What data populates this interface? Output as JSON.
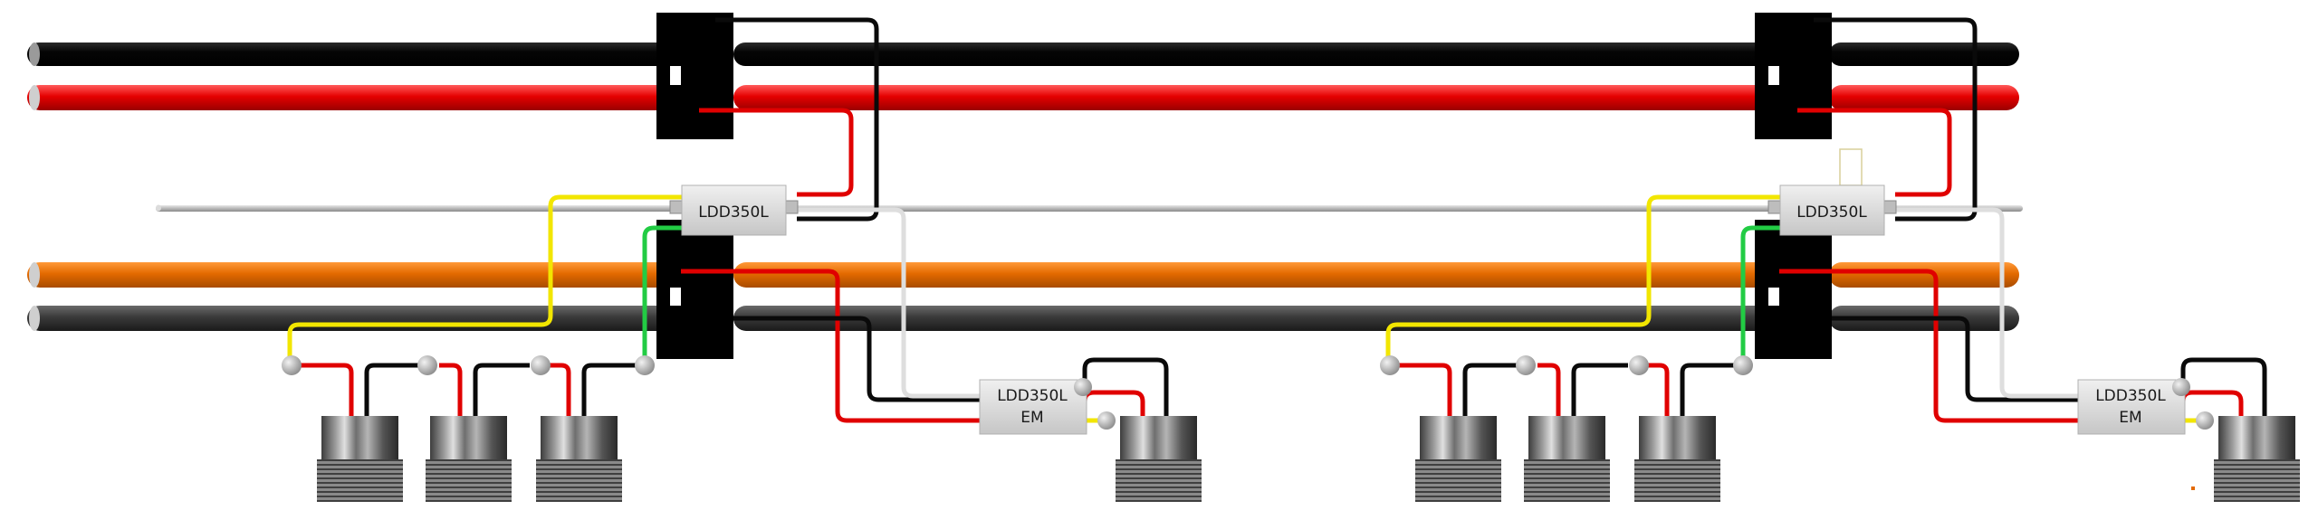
{
  "diagram": {
    "groups": [
      {
        "id": "left",
        "driver": {
          "label": "LDD350L"
        },
        "em_driver": {
          "line1": "LDD350L",
          "line2": "EM"
        }
      },
      {
        "id": "right",
        "driver": {
          "label": "LDD350L"
        },
        "em_driver": {
          "line1": "LDD350L",
          "line2": "EM"
        }
      }
    ],
    "colors": {
      "cable_black": "#050505",
      "cable_red": "#e50000",
      "cable_gray": "#bdbdbd",
      "cable_orange": "#e36a00",
      "cable_darkgray": "#3a3a3a",
      "wire_yellow": "#f2e600",
      "wire_green": "#22cc44",
      "wire_red": "#e00000",
      "wire_black": "#0a0a0a",
      "wire_white": "#dedede",
      "driver_body": "#d9d9d9",
      "junction_box": "#000000",
      "lamp_metal": "#7a7a7a"
    }
  }
}
